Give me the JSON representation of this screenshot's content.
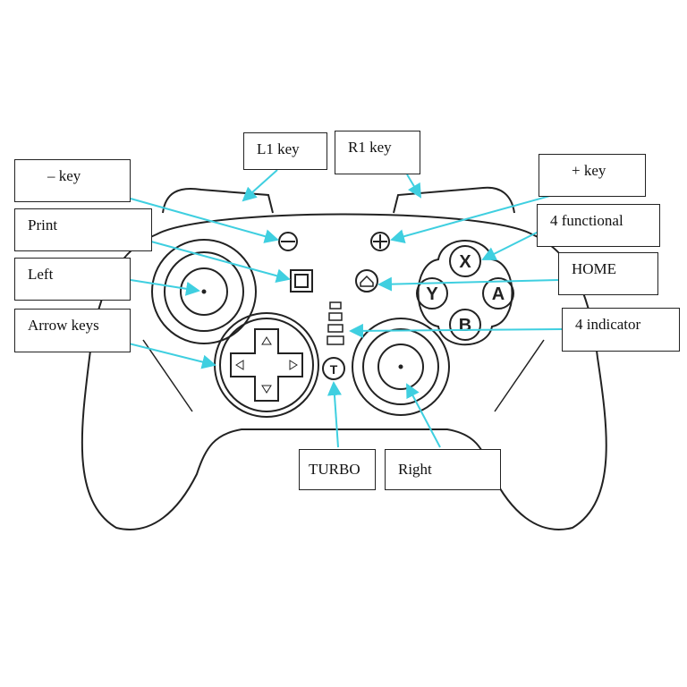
{
  "labels": {
    "l1": "L1 key",
    "r1": "R1 key",
    "minus": "– key",
    "plus": "+ key",
    "print": "Print",
    "functional": "4 functional",
    "left": "Left",
    "home": "HOME",
    "arrow": "Arrow keys",
    "indicator": "4 indicator",
    "turbo": "TURBO",
    "right": "Right"
  },
  "buttons": {
    "x": "X",
    "y": "Y",
    "a": "A",
    "b": "B",
    "t": "T"
  },
  "colors": {
    "leader": "#3fcfe0",
    "outline": "#222222"
  }
}
